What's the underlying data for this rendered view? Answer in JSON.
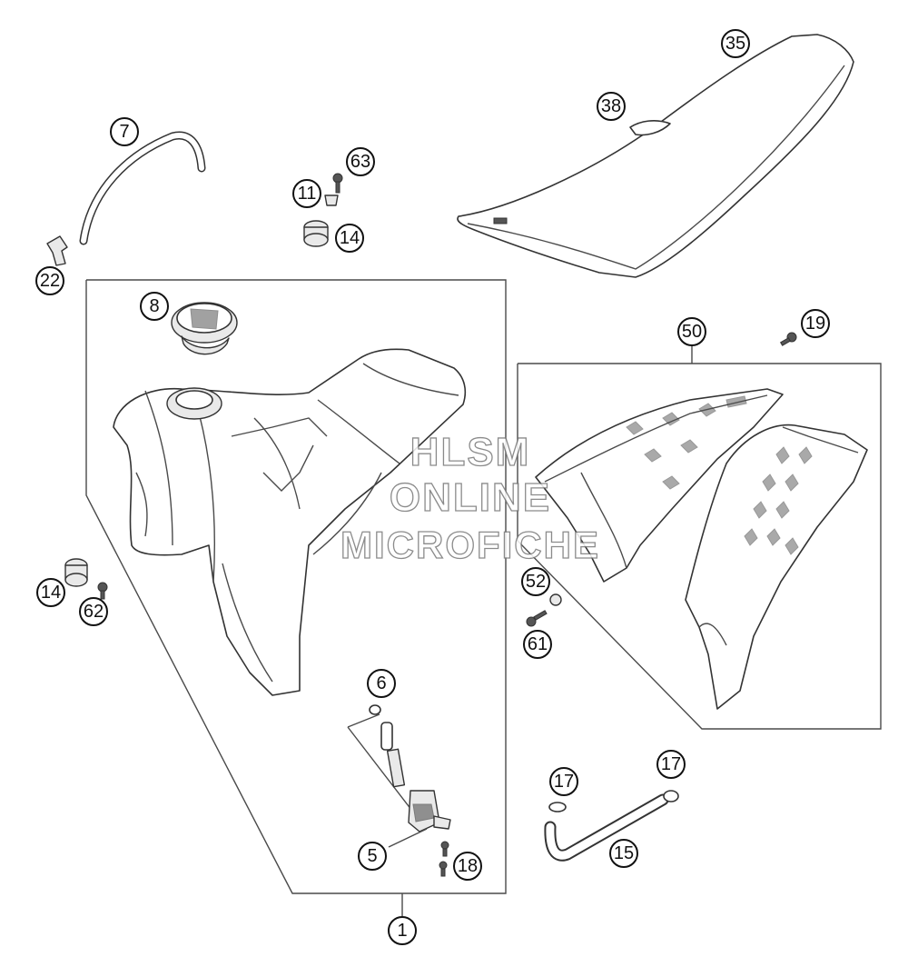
{
  "watermark": {
    "line1": "HLSM",
    "line2": "ONLINE",
    "line3": "MICROFICHE"
  },
  "callouts": [
    {
      "label": "1"
    },
    {
      "label": "5"
    },
    {
      "label": "6"
    },
    {
      "label": "7"
    },
    {
      "label": "8"
    },
    {
      "label": "11"
    },
    {
      "label": "14"
    },
    {
      "label": "14"
    },
    {
      "label": "15"
    },
    {
      "label": "17"
    },
    {
      "label": "17"
    },
    {
      "label": "18"
    },
    {
      "label": "19"
    },
    {
      "label": "22"
    },
    {
      "label": "35"
    },
    {
      "label": "38"
    },
    {
      "label": "50"
    },
    {
      "label": "52"
    },
    {
      "label": "61"
    },
    {
      "label": "62"
    },
    {
      "label": "63"
    }
  ]
}
